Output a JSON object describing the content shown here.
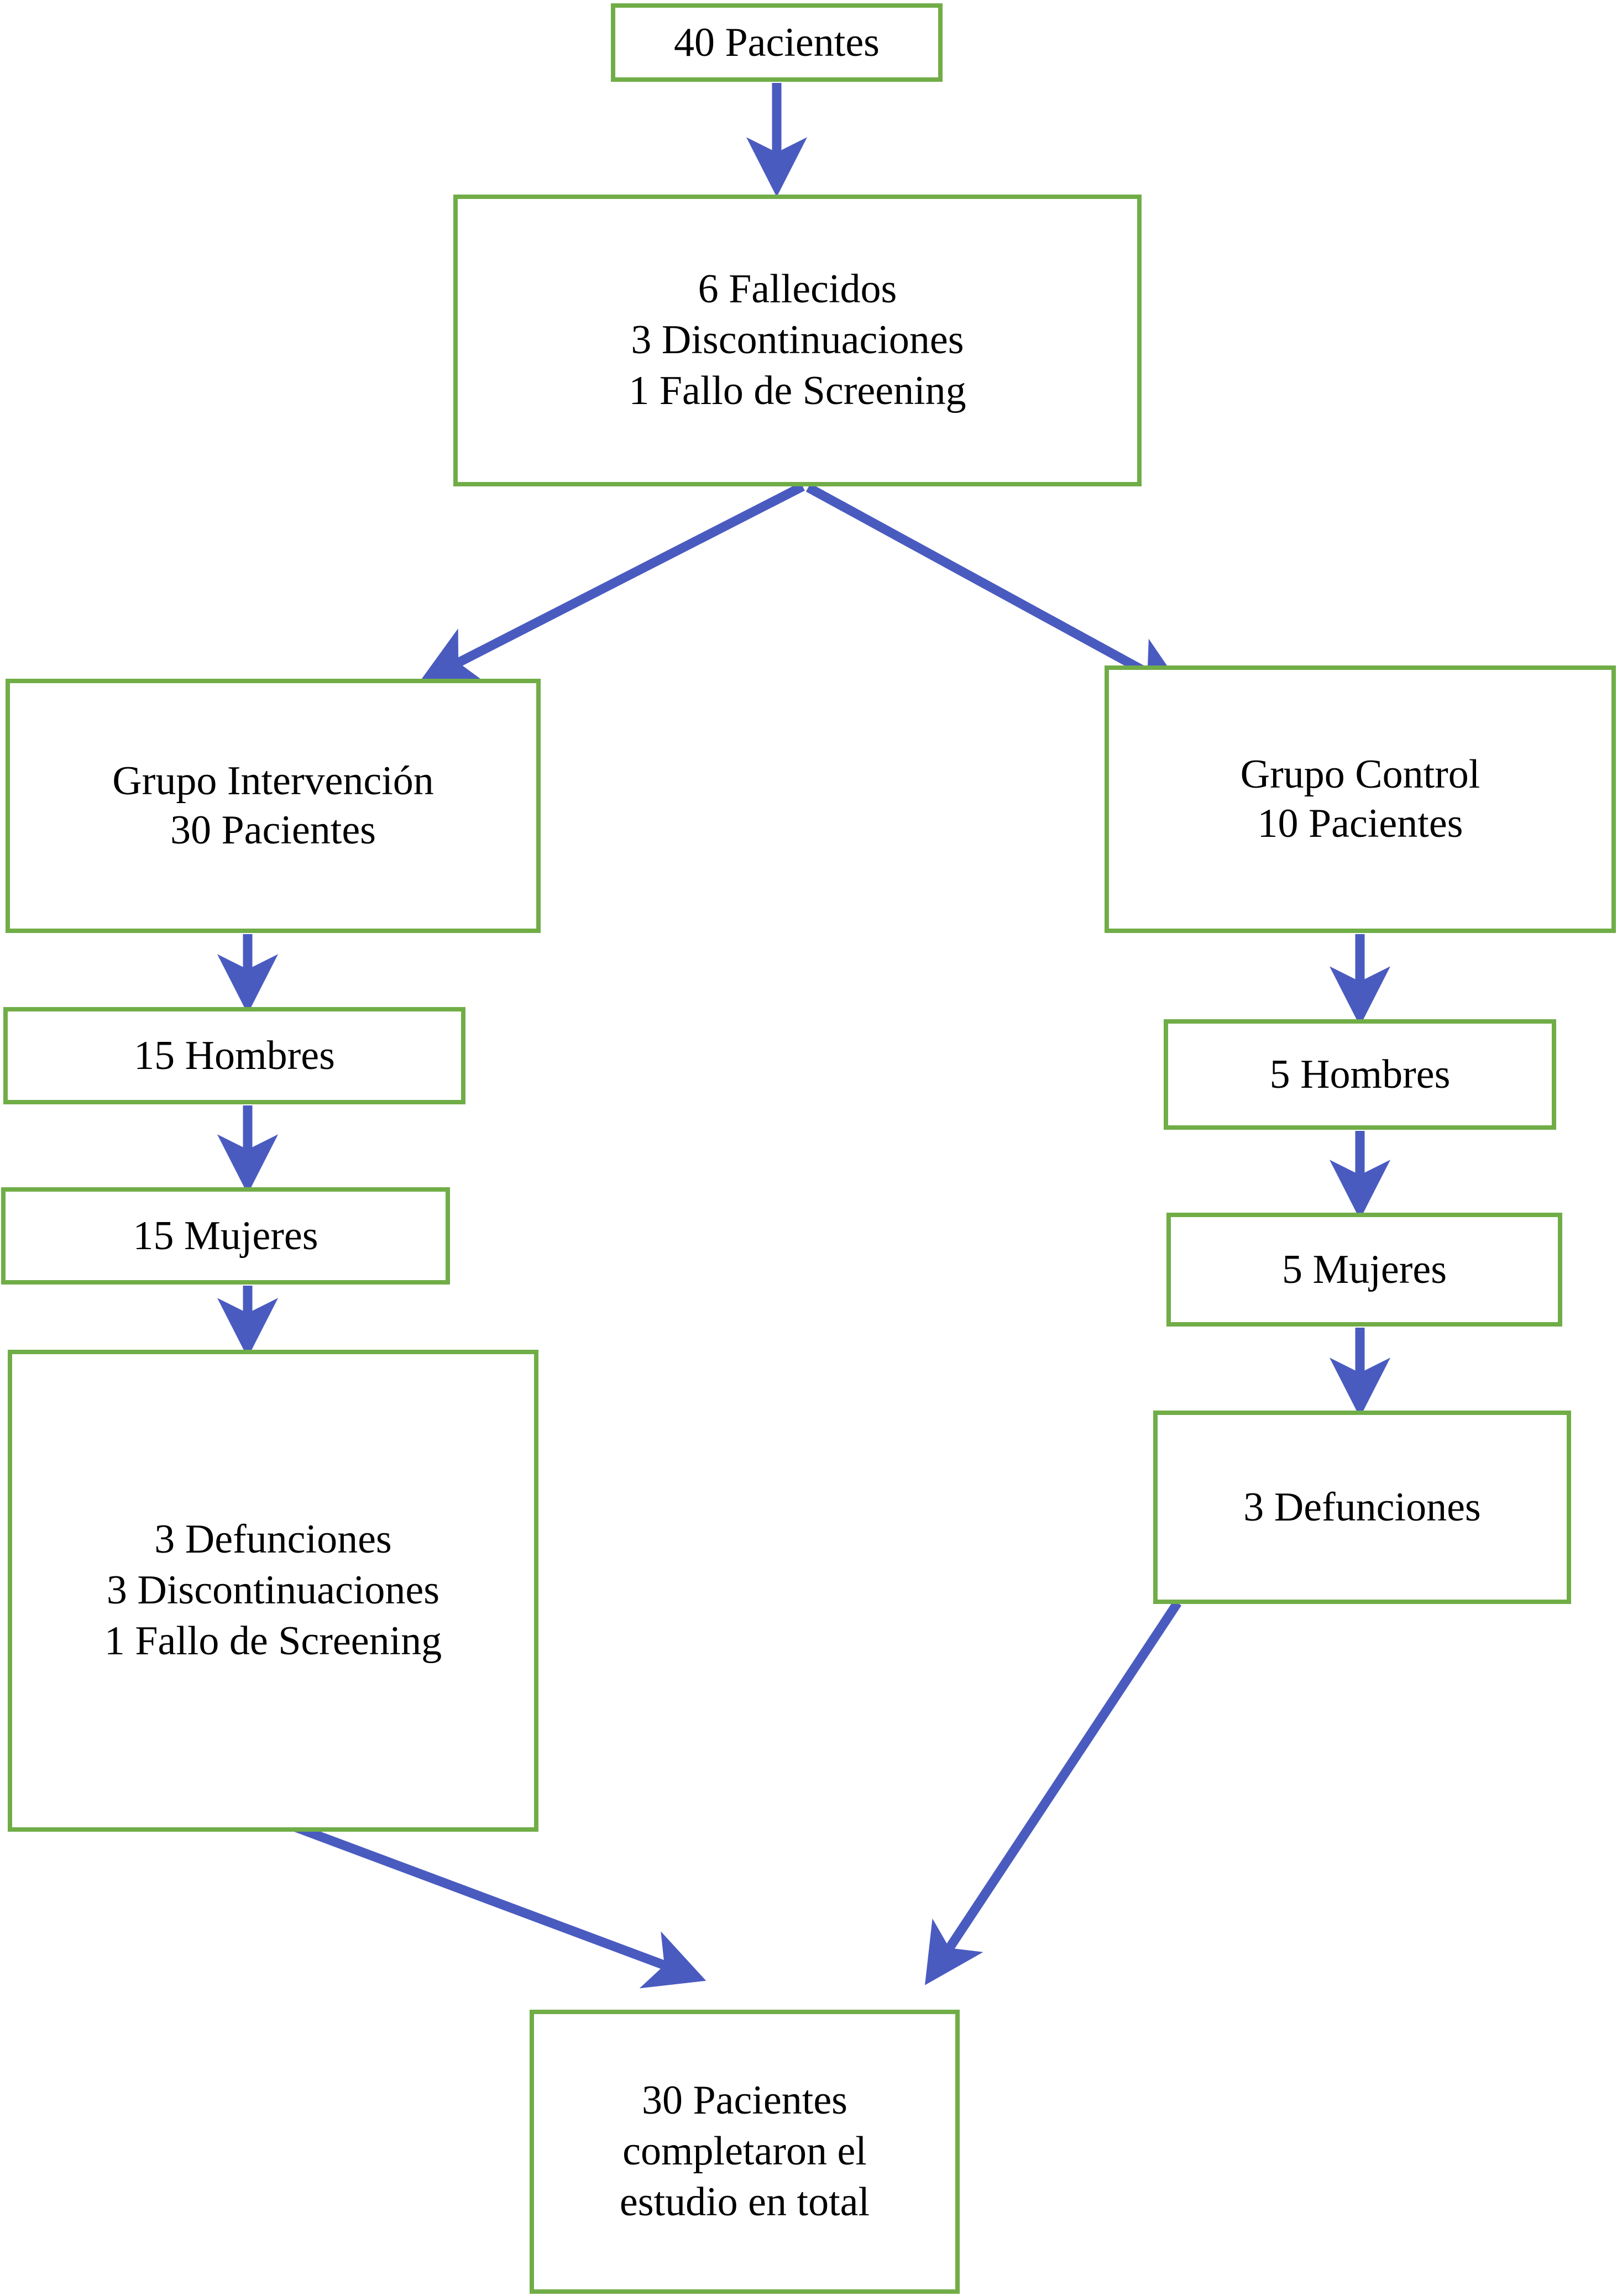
{
  "diagram": {
    "type": "flowchart",
    "orientation": "top-down",
    "language": "es",
    "colors": {
      "node_border": "#70AD47",
      "node_fill": "#FFFFFF",
      "arrow": "#4A5BC0",
      "text": "#000000",
      "background": "#FFFFFF"
    },
    "nodes": [
      {
        "id": "total",
        "name": "enrolled-patients",
        "lines": [
          "40 Pacientes"
        ]
      },
      {
        "id": "attrition",
        "name": "overall-attrition",
        "lines": [
          "6 Fallecidos",
          "3 Discontinuaciones",
          "1 Fallo de Screening"
        ]
      },
      {
        "id": "interv",
        "name": "intervention-group",
        "lines": [
          "Grupo Intervención",
          "30 Pacientes"
        ]
      },
      {
        "id": "control",
        "name": "control-group",
        "lines": [
          "Grupo Control",
          "10 Pacientes"
        ]
      },
      {
        "id": "interv_men",
        "name": "intervention-men",
        "lines": [
          "15 Hombres"
        ]
      },
      {
        "id": "ctrl_men",
        "name": "control-men",
        "lines": [
          "5 Hombres"
        ]
      },
      {
        "id": "interv_women",
        "name": "intervention-women",
        "lines": [
          "15 Mujeres"
        ]
      },
      {
        "id": "ctrl_women",
        "name": "control-women",
        "lines": [
          "5 Mujeres"
        ]
      },
      {
        "id": "interv_losses",
        "name": "intervention-losses",
        "lines": [
          "3 Defunciones",
          "3 Discontinuaciones",
          "1 Fallo de Screening"
        ]
      },
      {
        "id": "ctrl_deaths",
        "name": "control-deaths",
        "lines": [
          "3 Defunciones"
        ]
      },
      {
        "id": "completed",
        "name": "completed-study",
        "lines": [
          "30 Pacientes",
          "completaron el",
          "estudio en total"
        ]
      }
    ],
    "edges": [
      {
        "from": "total",
        "to": "attrition",
        "style": "straight-down"
      },
      {
        "from": "attrition",
        "to": "interv",
        "style": "diagonal-left"
      },
      {
        "from": "attrition",
        "to": "control",
        "style": "diagonal-right"
      },
      {
        "from": "interv",
        "to": "interv_men",
        "style": "straight-down"
      },
      {
        "from": "interv_men",
        "to": "interv_women",
        "style": "straight-down"
      },
      {
        "from": "interv_women",
        "to": "interv_losses",
        "style": "straight-down"
      },
      {
        "from": "control",
        "to": "ctrl_men",
        "style": "straight-down"
      },
      {
        "from": "ctrl_men",
        "to": "ctrl_women",
        "style": "straight-down"
      },
      {
        "from": "ctrl_women",
        "to": "ctrl_deaths",
        "style": "straight-down"
      },
      {
        "from": "interv_losses",
        "to": "completed",
        "style": "diagonal-right-down"
      },
      {
        "from": "ctrl_deaths",
        "to": "completed",
        "style": "diagonal-left-down"
      }
    ]
  }
}
